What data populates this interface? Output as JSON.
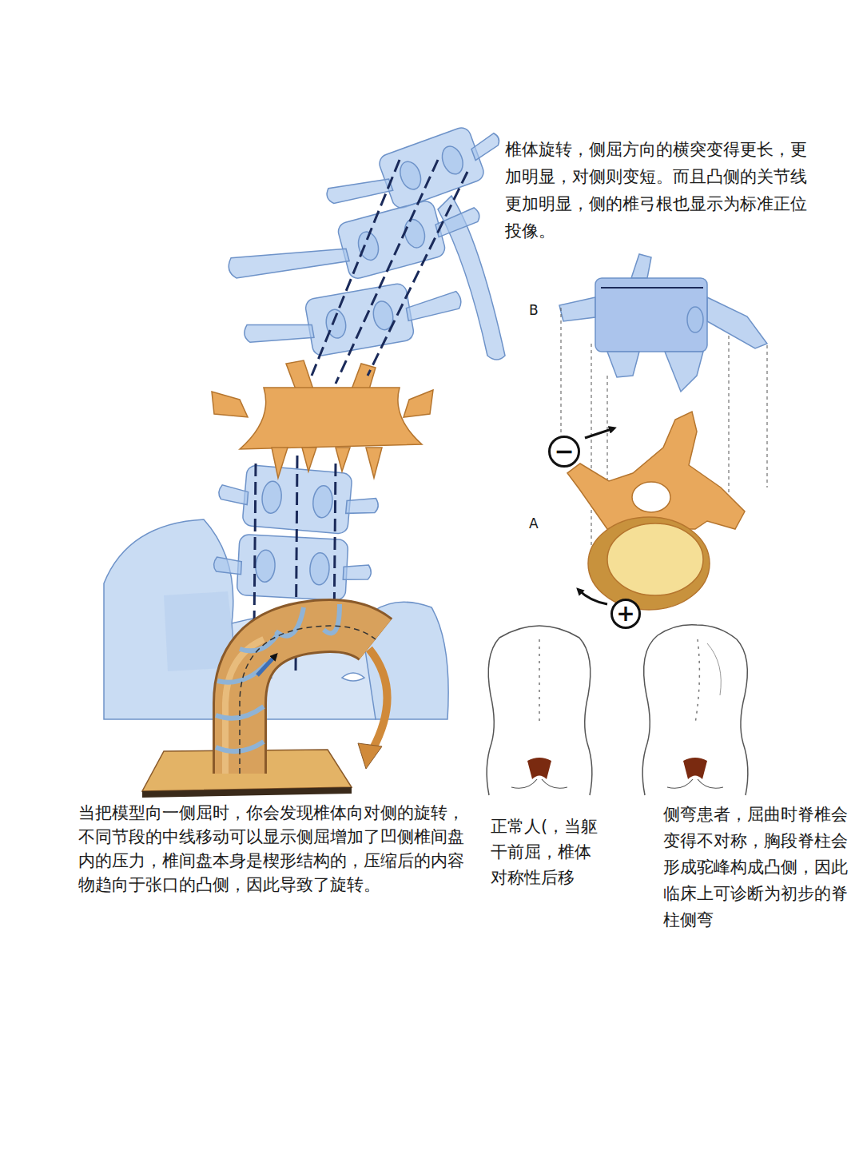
{
  "diagram": {
    "nodes": [
      {
        "text": [
          "−"
        ]
      },
      {
        "text": [
          "+"
        ]
      }
    ],
    "labels": [
      "椎体旋转，侧屈方向的横突变得更长，更加明显，对侧则变短。而且凸侧的关节线更加明显，侧的椎弓根也显示为标准正位投像。",
      "B",
      "A",
      "当把模型向一侧屈时，你会发现椎体向对侧的旋转，不同节段的中线移动可以显示侧屈增加了凹侧椎间盘内的压力，椎间盘本身是楔形结构的，压缩后的内容物趋向于张口的凸侧，因此导致了旋转。",
      "正常人(，当躯干前屈，椎体对称性后移",
      "侧弯患者，屈曲时脊椎会变得不对称，胸段脊柱会形成驼峰构成凸侧，因此临床上可诊断为初步的脊柱侧弯"
    ]
  }
}
